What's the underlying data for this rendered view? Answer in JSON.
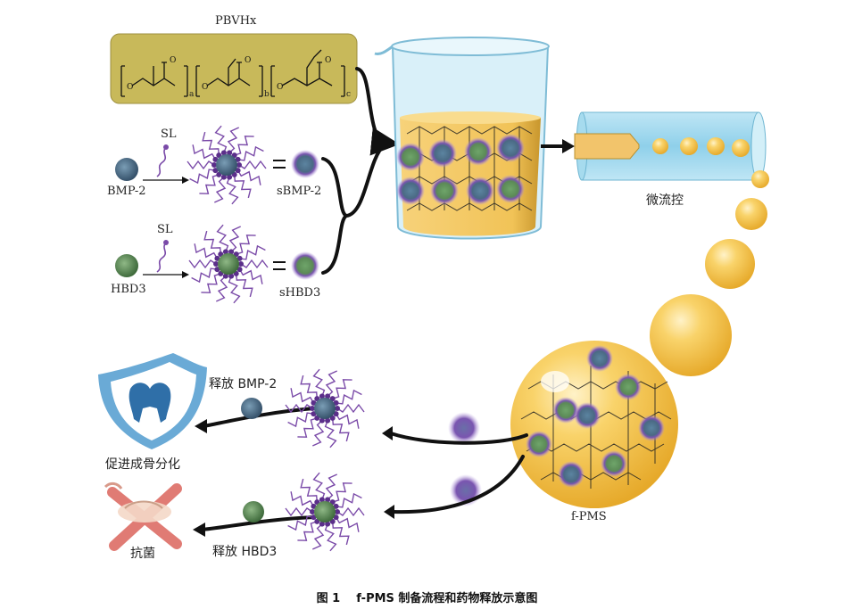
{
  "labels": {
    "polymer": "PBVHx",
    "sl_top": "SL",
    "sl_bottom": "SL",
    "bmp2": "BMP-2",
    "hbd3": "HBD3",
    "sbmp2": "sBMP-2",
    "shbd3": "sHBD3",
    "microfluidic": "微流控",
    "fpms": "f-PMS",
    "release_bmp2": "释放  BMP-2",
    "release_hbd3": "释放 HBD3",
    "osteo": "促进成骨分化",
    "antibacterial": "抗菌",
    "sub_a": "a",
    "sub_b": "b",
    "sub_c": "c"
  },
  "caption": {
    "number": "图 1",
    "text": "f-PMS 制备流程和药物释放示意图"
  },
  "colors": {
    "polymer_box": "#c8b95a",
    "beaker_liquid": "#f3c95c",
    "sphere": "#f6c44a",
    "micelle_purple": "#7a4aa8",
    "bmp_core": "#4c6d86",
    "hbd_core": "#5f8d59",
    "shield": "#6aaad6",
    "cross": "#e07b74"
  },
  "icons": [
    "shield-tooth-icon",
    "crossed-swords-icon"
  ]
}
